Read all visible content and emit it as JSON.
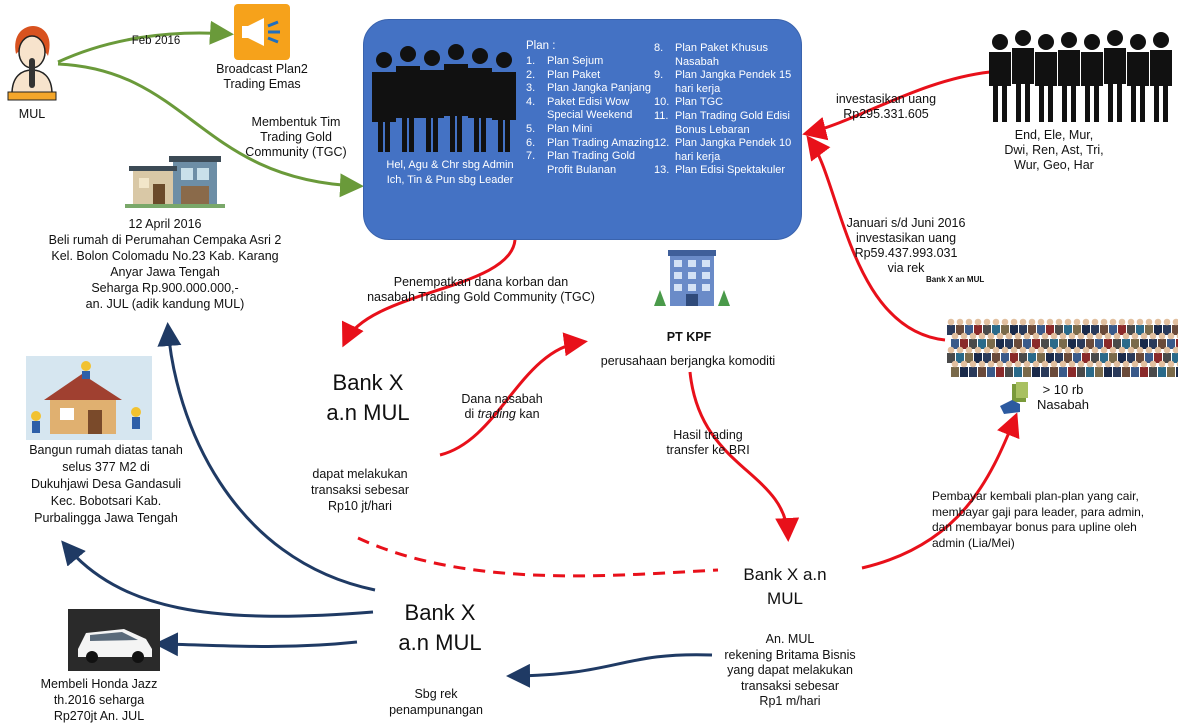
{
  "mul": {
    "label": "MUL"
  },
  "broadcast": {
    "date": "Feb 2016",
    "text": "Broadcast Plan2\nTrading Emas"
  },
  "form_team": {
    "text": "Membentuk Tim\nTrading Gold\nCommunity (TGC)"
  },
  "board": {
    "plan_heading": "Plan :",
    "plans_left": [
      {
        "n": "1.",
        "t": "Plan Sejum"
      },
      {
        "n": "2.",
        "t": "Plan Paket"
      },
      {
        "n": "3.",
        "t": "Plan Jangka Panjang"
      },
      {
        "n": "4.",
        "t": "Paket Edisi Wow Special Weekend"
      },
      {
        "n": "5.",
        "t": "Plan Mini"
      },
      {
        "n": "6.",
        "t": "Plan Trading Amazing"
      },
      {
        "n": "7.",
        "t": "Plan Trading Gold Profit Bulanan"
      }
    ],
    "plans_right": [
      {
        "n": "8.",
        "t": "Plan Paket Khusus Nasabah"
      },
      {
        "n": "9.",
        "t": "Plan Jangka Pendek 15 hari kerja"
      },
      {
        "n": "10.",
        "t": "Plan TGC"
      },
      {
        "n": "11.",
        "t": "Plan Trading Gold Edisi Bonus Lebaran"
      },
      {
        "n": "12.",
        "t": "Plan Jangka Pendek 10 hari kerja"
      },
      {
        "n": "13.",
        "t": "Plan Edisi Spektakuler"
      }
    ],
    "caption": "Hel, Agu & Chr sbg Admin\nIch, Tin & Pun sbg Leader"
  },
  "investors_top": {
    "names": "End, Ele, Mur,\nDwi, Ren, Ast, Tri,\nWur, Geo,  Har",
    "invest_text": "investasikan uang\nRp295.331.605"
  },
  "invest_period": {
    "text": "Januari s/d Juni 2016\ninvestasikan uang\nRp59.437.993.031\nvia rek",
    "bank_note": "Bank X an MUL"
  },
  "crowd": {
    "text": "> 10 rb\nNasabah"
  },
  "house1": {
    "text": "12 April 2016\nBeli rumah di Perumahan Cempaka Asri 2\nKel. Bolon Colomadu No.23 Kab. Karang\nAnyar Jawa Tengah\nSeharga Rp.900.000.000,-\nan. JUL (adik kandung MUL)"
  },
  "house2": {
    "text": "Bangun rumah diatas tanah\nselus 377 M2 di\nDukuhjawi Desa Gandasuli\nKec. Bobotsari Kab.\nPurbalingga Jawa Tengah"
  },
  "car": {
    "text": "Membeli Honda Jazz\nth.2016 seharga\nRp270jt An. JUL"
  },
  "placement": {
    "text": "Penempatkan dana korban dan\nnasabah Trading Gold Community (TGC)"
  },
  "pt_kpf": {
    "name": "PT KPF",
    "desc": "perusahaan berjangka komoditi"
  },
  "bank1": {
    "title": "Bank X\na.n MUL",
    "note": "dapat melakukan\ntransaksi sebesar\nRp10 jt/hari"
  },
  "traded": {
    "text_a": "Dana nasabah\ndi ",
    "text_em": "trading",
    "text_b": " kan"
  },
  "trading_result": {
    "text": "Hasil trading\ntransfer ke BRI"
  },
  "bank2": {
    "title": "Bank X a.n\nMUL",
    "note": "An. MUL\nrekening Britama Bisnis\nyang dapat melakukan\ntransaksi sebesar\nRp1 m/hari"
  },
  "bank3": {
    "title": "Bank X\na.n MUL",
    "note": "Sbg rek\npenampunangan"
  },
  "repay": {
    "text": "Pembayar kembali plan-plan yang cair,\nmembayar gaji para leader, para admin,\ndan membayar bonus para upline oleh\nadmin (Lia/Mei)"
  },
  "colors": {
    "board": "#4472c4",
    "arrow_green": "#6a9a3a",
    "arrow_red": "#e8101a",
    "arrow_navy": "#1f3a64"
  }
}
